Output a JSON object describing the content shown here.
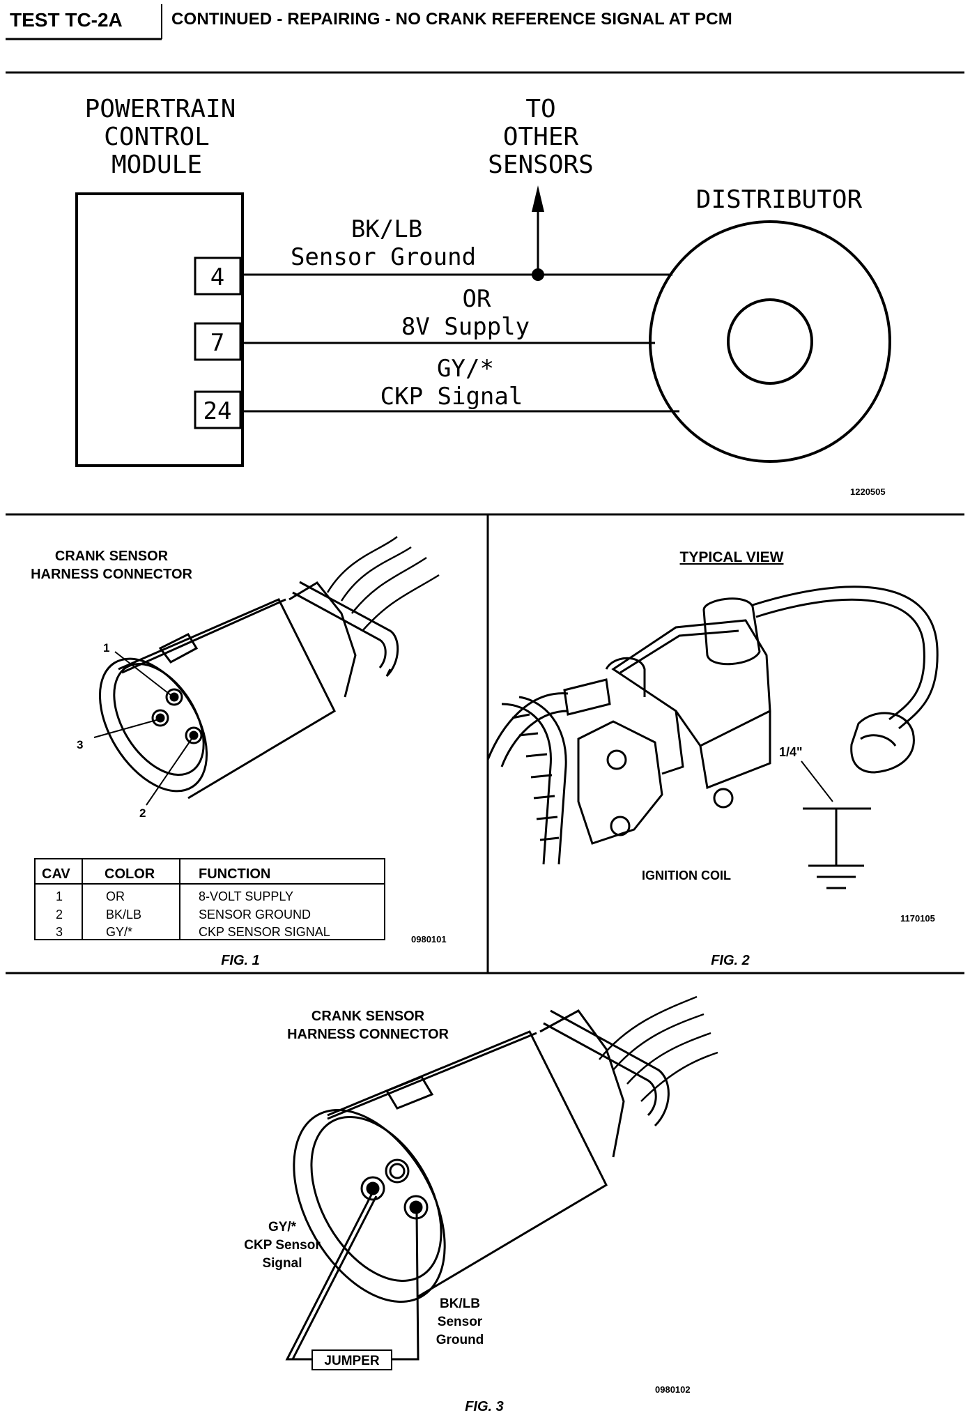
{
  "header": {
    "test_id": "TEST TC-2A",
    "title": "CONTINUED - REPAIRING - NO CRANK REFERENCE SIGNAL AT PCM"
  },
  "schematic": {
    "pcm_line1": "POWERTRAIN",
    "pcm_line2": "CONTROL",
    "pcm_line3": "MODULE",
    "to_line1": "TO",
    "to_line2": "OTHER",
    "to_line3": "SENSORS",
    "distributor": "DISTRIBUTOR",
    "pin_4": "4",
    "pin_7": "7",
    "pin_24": "24",
    "wire1_color": "BK/LB",
    "wire1_name": "Sensor Ground",
    "wire2_color": "OR",
    "wire2_name": "8V Supply",
    "wire3_color": "GY/*",
    "wire3_name": "CKP Signal",
    "figure_number": "1220505"
  },
  "fig1": {
    "label_line1": "CRANK SENSOR",
    "label_line2": "HARNESS CONNECTOR",
    "cav1": "1",
    "cav2": "2",
    "cav3": "3",
    "table_headers": [
      "CAV",
      "COLOR",
      "FUNCTION"
    ],
    "table_rows": [
      {
        "cav": "1",
        "color": "OR",
        "function": "8-VOLT SUPPLY"
      },
      {
        "cav": "2",
        "color": "BK/LB",
        "function": "SENSOR GROUND"
      },
      {
        "cav": "3",
        "color": "GY/*",
        "function": "CKP SENSOR SIGNAL"
      }
    ],
    "figure_number": "0980101",
    "caption": "FIG. 1"
  },
  "fig2": {
    "heading": "TYPICAL VIEW",
    "gap_label": "1/4\"",
    "coil_label": "IGNITION COIL",
    "figure_number": "1170105",
    "caption": "FIG. 2"
  },
  "fig3": {
    "label_line1": "CRANK SENSOR",
    "label_line2": "HARNESS CONNECTOR",
    "left_line1": "GY/*",
    "left_line2": "CKP Sensor",
    "left_line3": "Signal",
    "right_line1": "BK/LB",
    "right_line2": "Sensor",
    "right_line3": "Ground",
    "jumper": "JUMPER",
    "figure_number": "0980102",
    "caption": "FIG. 3"
  }
}
